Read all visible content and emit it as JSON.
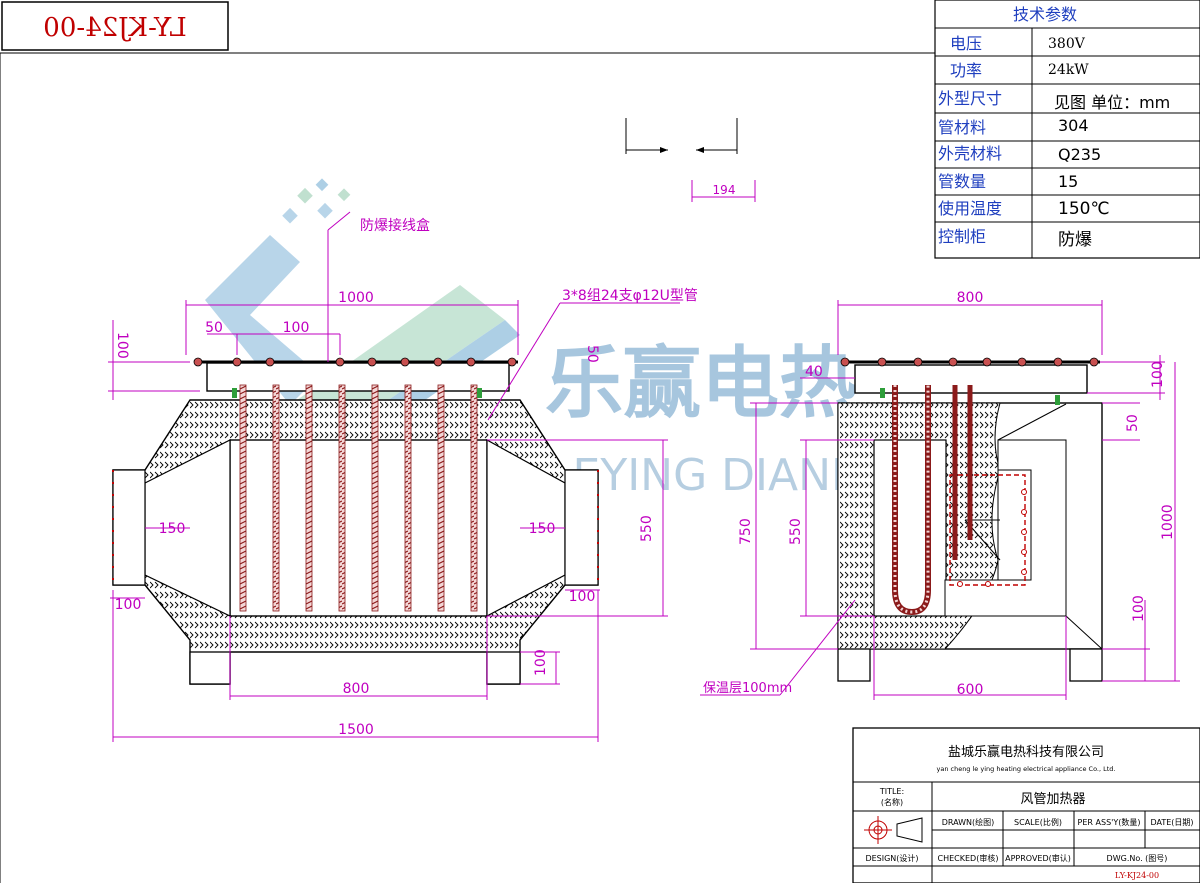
{
  "drawing_no_box": "LY-KJ24-00",
  "params": {
    "title": "技术参数",
    "rows": [
      {
        "label": "电压",
        "value": "380V"
      },
      {
        "label": "功率",
        "value": "24kW"
      },
      {
        "label": "外型尺寸",
        "value": "见图 单位：mm"
      },
      {
        "label": "管材料",
        "value": "304"
      },
      {
        "label": "外壳材料",
        "value": "Q235"
      },
      {
        "label": "管数量",
        "value": "15"
      },
      {
        "label": "使用温度",
        "value": "150℃"
      },
      {
        "label": "控制柜",
        "value": "防爆"
      }
    ]
  },
  "watermark": {
    "cn": "乐赢电热",
    "en": "LEYING DIANRE"
  },
  "dims": {
    "top_194": "194",
    "left_1000": "1000",
    "left_50": "50",
    "left_100_top": "100",
    "left_100_side": "100",
    "left_50_v": "50",
    "left_150_l": "150",
    "left_150_r": "150",
    "left_550": "550",
    "left_100_bl": "100",
    "left_100_br": "100",
    "left_100_foot": "100",
    "left_800": "800",
    "left_1500": "1500",
    "right_800": "800",
    "right_40": "40",
    "right_100_top": "100",
    "right_50": "50",
    "right_750": "750",
    "right_550": "550",
    "right_1000": "1000",
    "right_100_bot": "100",
    "right_600": "600"
  },
  "labels": {
    "junction_box": "防爆接线盒",
    "tubes": "3*8组24支φ12U型管",
    "insulation": "保温层100mm"
  },
  "title_block": {
    "company": "盐城乐赢电热科技有限公司",
    "company_en": "yan cheng le ying heating electrical appliance Co., Ltd.",
    "title_label_en": "TITLE:",
    "title_label_cn": "(名称)",
    "title_value": "风管加热器",
    "drawn": "DRAWN(绘图)",
    "scale": "SCALE(比例)",
    "per_assy": "PER ASS'Y(数量)",
    "date": "DATE(日期)",
    "design": "DESIGN(设计)",
    "checked": "CHECKED(审核)",
    "approved": "APPROVED(审认)",
    "dwg_no_label": "DWG.No. (图号)",
    "dwg_no": "LY-KJ24-00"
  }
}
